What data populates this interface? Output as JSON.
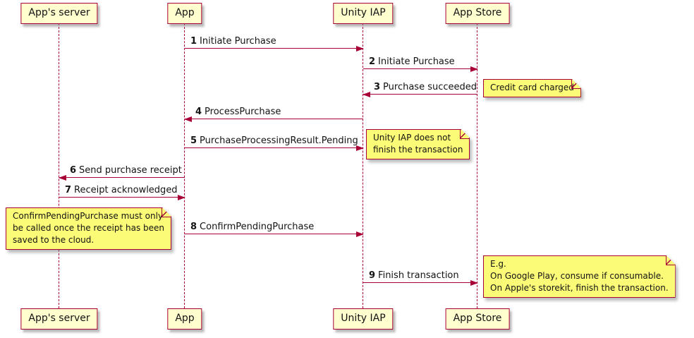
{
  "diagram": {
    "type": "uml-sequence",
    "participants": [
      {
        "id": "apps-server",
        "label": "App's server"
      },
      {
        "id": "app",
        "label": "App"
      },
      {
        "id": "unity-iap",
        "label": "Unity IAP"
      },
      {
        "id": "app-store",
        "label": "App Store"
      }
    ],
    "messages": [
      {
        "num": "1",
        "text": "Initiate Purchase",
        "from": "App",
        "to": "Unity IAP"
      },
      {
        "num": "2",
        "text": "Initiate Purchase",
        "from": "Unity IAP",
        "to": "App Store"
      },
      {
        "num": "3",
        "text": "Purchase succeeded",
        "from": "App Store",
        "to": "Unity IAP"
      },
      {
        "num": "4",
        "text": "ProcessPurchase",
        "from": "Unity IAP",
        "to": "App"
      },
      {
        "num": "5",
        "text": "PurchaseProcessingResult.Pending",
        "from": "App",
        "to": "Unity IAP"
      },
      {
        "num": "6",
        "text": "Send purchase receipt",
        "from": "App",
        "to": "App's server"
      },
      {
        "num": "7",
        "text": "Receipt acknowledged",
        "from": "App's server",
        "to": "App"
      },
      {
        "num": "8",
        "text": "ConfirmPendingPurchase",
        "from": "App",
        "to": "Unity IAP"
      },
      {
        "num": "9",
        "text": "Finish transaction",
        "from": "Unity IAP",
        "to": "App Store"
      }
    ],
    "notes": [
      {
        "id": "credit-card-charged",
        "text": "Credit card charged"
      },
      {
        "id": "unity-iap-does-not-finish",
        "text": "Unity IAP does not\nfinish the transaction"
      },
      {
        "id": "confirm-pending-purchase",
        "text": "ConfirmPendingPurchase must only\nbe called once the receipt has been\nsaved to the cloud."
      },
      {
        "id": "finish-transaction-examples",
        "text": "E.g.\nOn Google Play, consume if consumable.\nOn Apple's storekit, finish the transaction."
      }
    ],
    "colors": {
      "accent": "#A80036",
      "participant_bg": "#FEFECE",
      "note_bg": "#FBFB77",
      "background": "#FFFFFF"
    }
  }
}
